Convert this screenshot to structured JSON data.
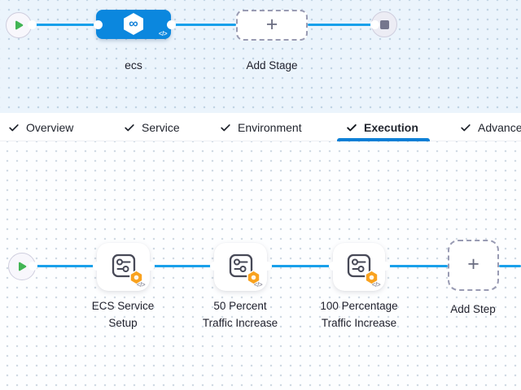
{
  "icons": {
    "code": "</>",
    "plus": "+",
    "infinity": "∞"
  },
  "colors": {
    "connector_blue": "#18a0ea",
    "accent_blue": "#0b7fd6",
    "stage_node_blue": "#0b87de",
    "play_green": "#42b554",
    "badge_orange": "#f9a21e",
    "stop_gray": "#75768d"
  },
  "stage_section": {
    "stage": {
      "label": "ecs"
    },
    "add_stage": {
      "label": "Add Stage"
    }
  },
  "tab_bar": {
    "tabs": [
      {
        "label": "Overview",
        "checked": true,
        "active": false
      },
      {
        "label": "Service",
        "checked": true,
        "active": false
      },
      {
        "label": "Environment",
        "checked": true,
        "active": false
      },
      {
        "label": "Execution",
        "checked": true,
        "active": true
      },
      {
        "label": "Advanced",
        "checked": true,
        "active": false
      }
    ]
  },
  "execution_section": {
    "steps": [
      {
        "line1": "ECS Service",
        "line2": "Setup"
      },
      {
        "line1": "50 Percent",
        "line2": "Traffic Increase"
      },
      {
        "line1": "100 Percentage",
        "line2": "Traffic Increase"
      }
    ],
    "add_step": {
      "label": "Add Step"
    }
  }
}
